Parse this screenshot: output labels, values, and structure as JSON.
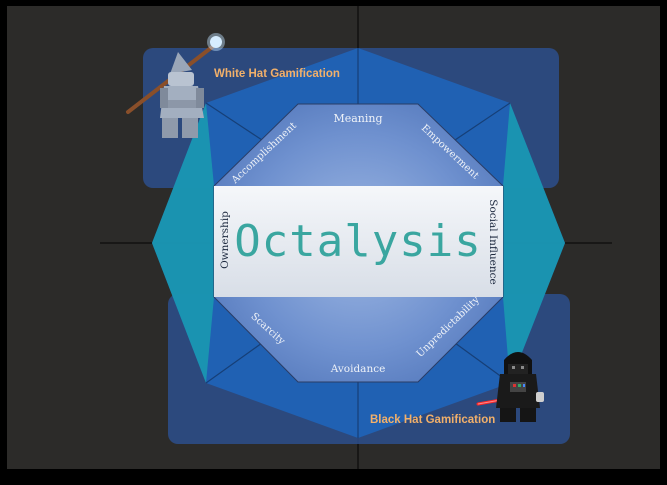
{
  "diagram": {
    "title": "Octalysis",
    "banners": {
      "top": "White Hat Gamification",
      "bottom": "Black Hat Gamification"
    },
    "drives": {
      "top": "Meaning",
      "top_right": "Empowerment",
      "right": "Social Influence",
      "bottom_right": "Unpredictability",
      "bottom": "Avoidance",
      "bottom_left": "Scarcity",
      "left": "Ownership",
      "top_left": "Accomplishment"
    },
    "figures": {
      "top": "wizard-minifigure",
      "bottom": "dark-lord-minifigure"
    },
    "colors": {
      "background": "#2c2b29",
      "panel": "#2d4f8c",
      "outer_octagon": "#1f64b9",
      "side_teal": "#1a9cb0",
      "inner_octagon": "#5e83c2",
      "title_band": "#e8edf3",
      "title_text": "#3aa6a0",
      "white_hat_text": "#f2b06a",
      "black_hat_text": "#f2b06a"
    }
  }
}
